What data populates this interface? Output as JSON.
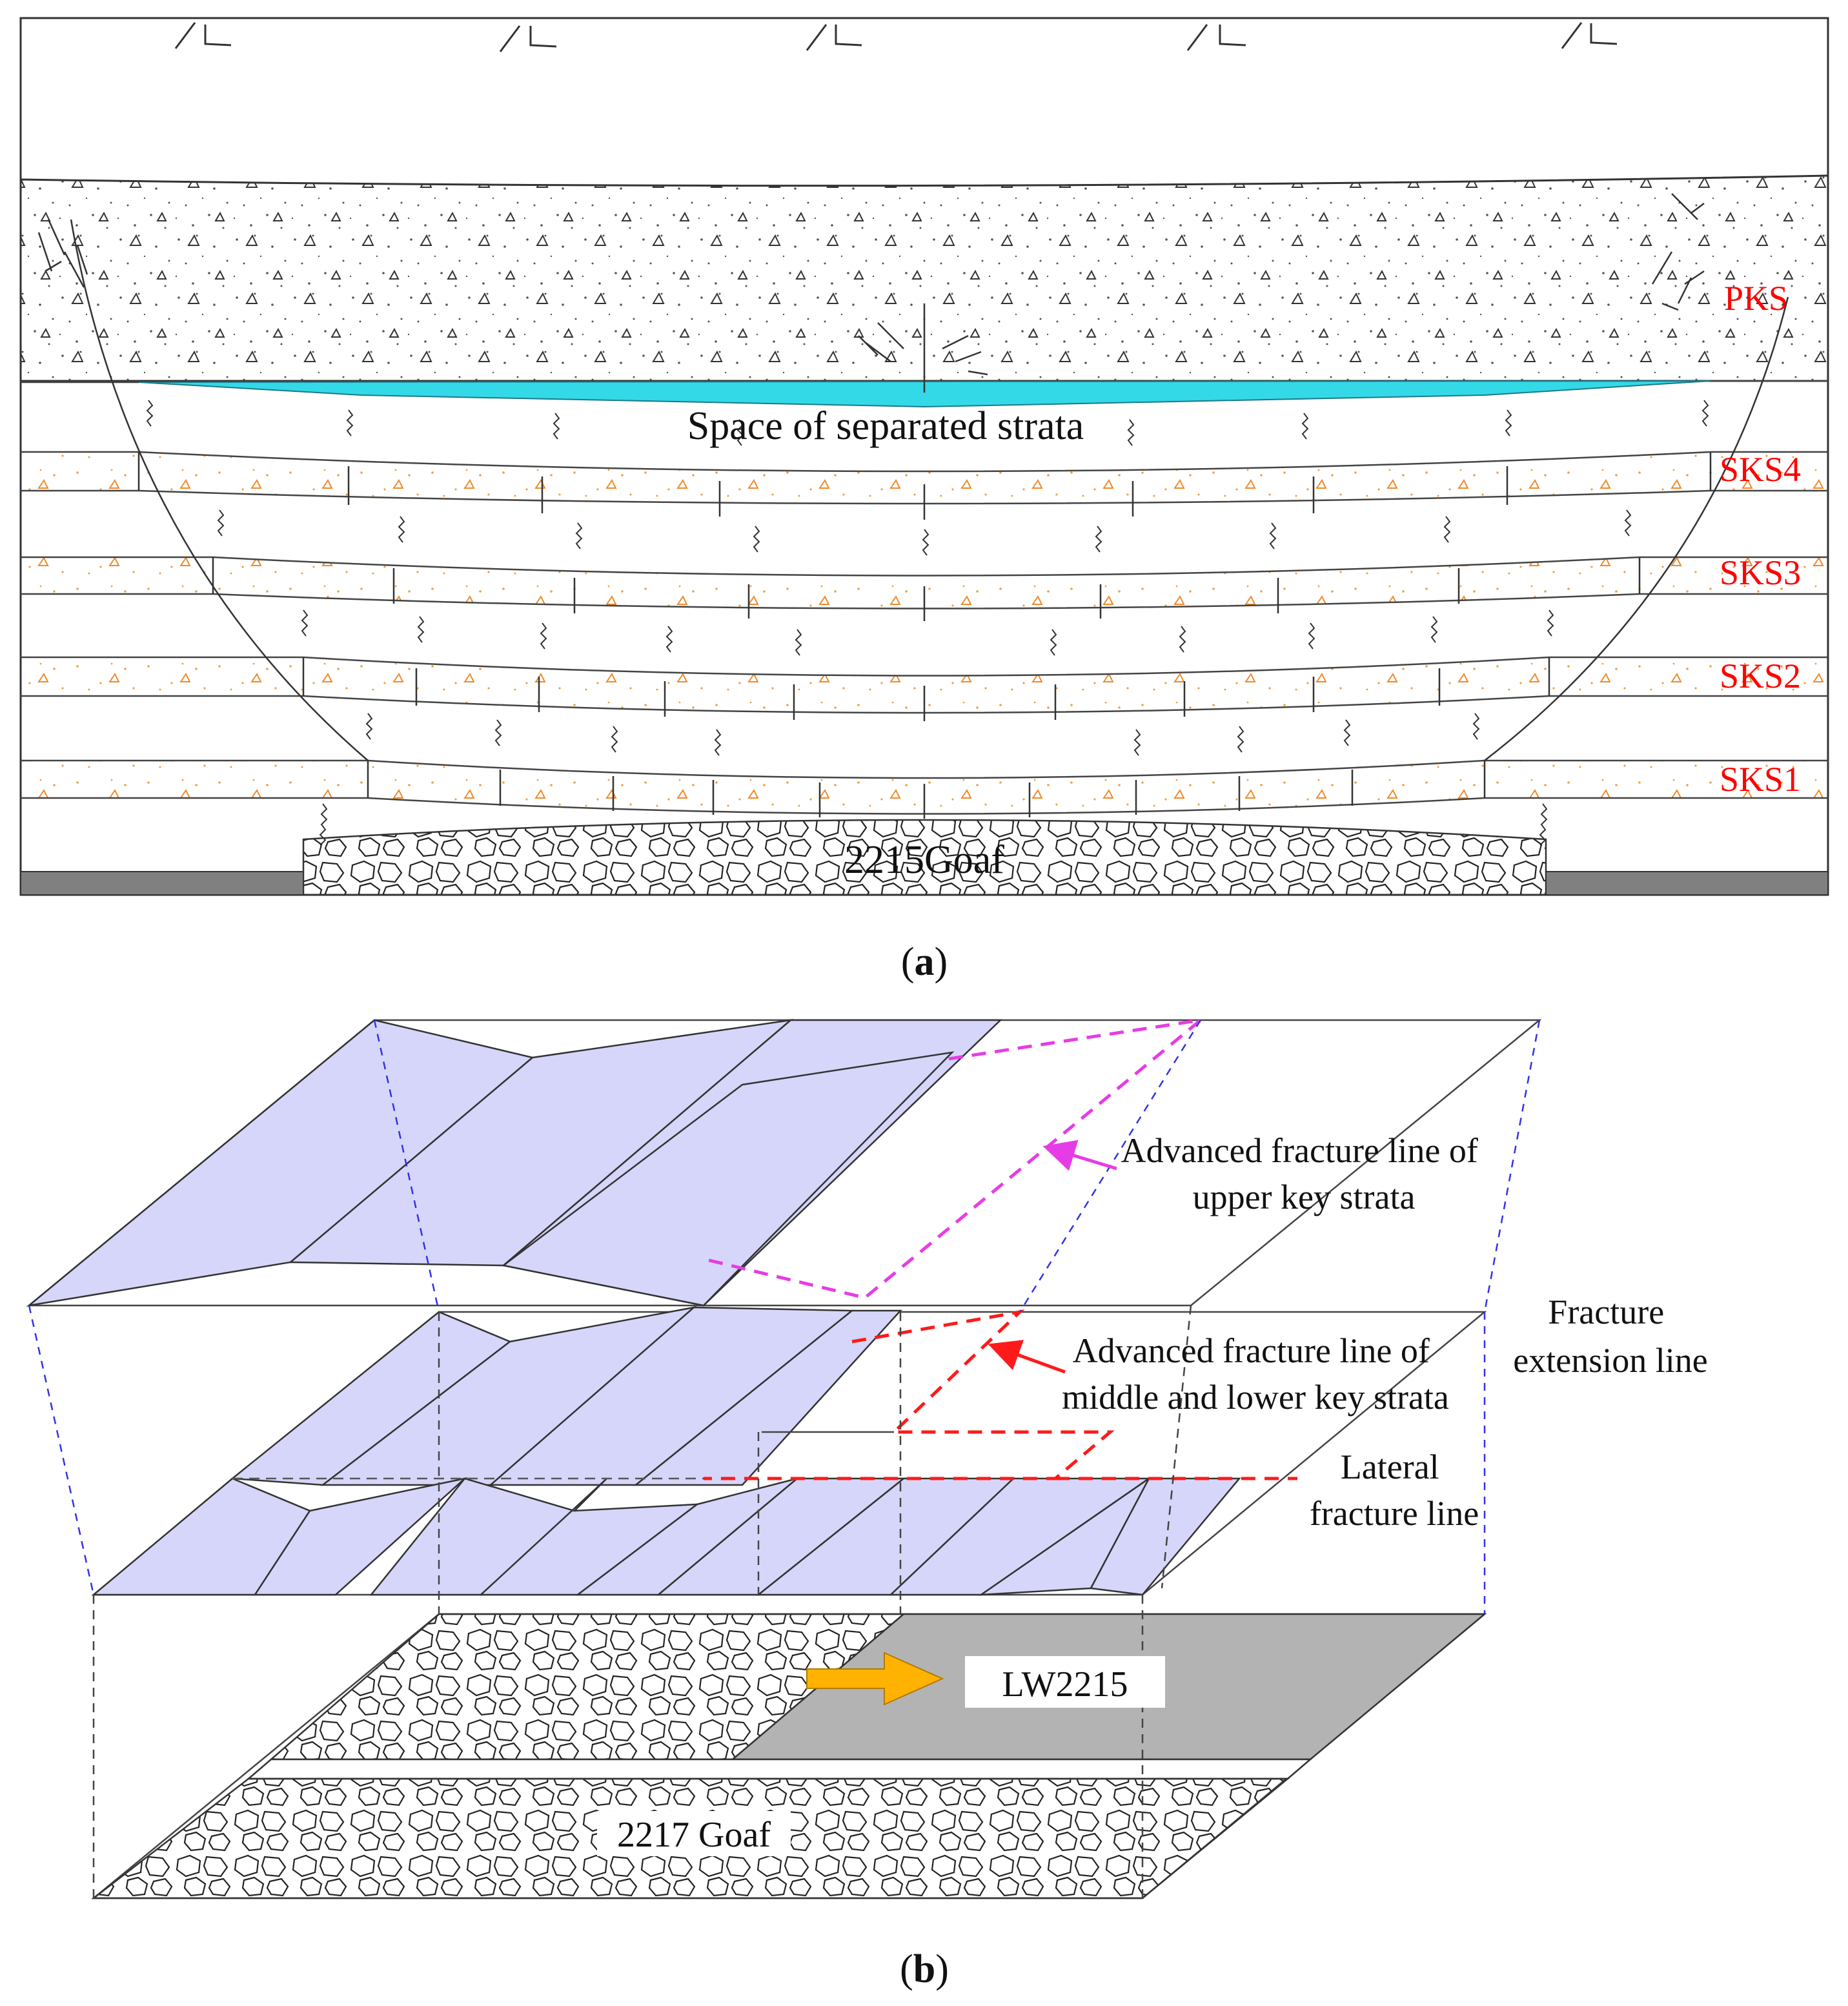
{
  "panel_a": {
    "caption_letter": "a",
    "strata_labels": [
      "PKS",
      "SKS4",
      "SKS3",
      "SKS2",
      "SKS1"
    ],
    "separation_label": "Space of separated strata",
    "goaf_label": "2215Goaf"
  },
  "panel_b": {
    "caption_letter": "b",
    "upper_fracture_label": [
      "Advanced fracture line of",
      "upper key strata"
    ],
    "middle_fracture_label": [
      "Advanced fracture line of",
      "middle and lower key strata"
    ],
    "extension_label": [
      "Fracture",
      "extension line"
    ],
    "lateral_label": [
      "Lateral",
      "fracture line"
    ],
    "face_label": "LW2215",
    "goaf_label": "2217 Goaf"
  },
  "colors": {
    "separation_fill": "#33d9e6",
    "block_fill": "#d6d6fa",
    "strata_label": "#ff0000",
    "upper_fracture": "#e63ce6",
    "middle_fracture": "#ff1a1a",
    "extension": "#3333e6",
    "workface": "#b3b3b3",
    "arrow": "#ffb300",
    "seam_bar": "#808080"
  }
}
